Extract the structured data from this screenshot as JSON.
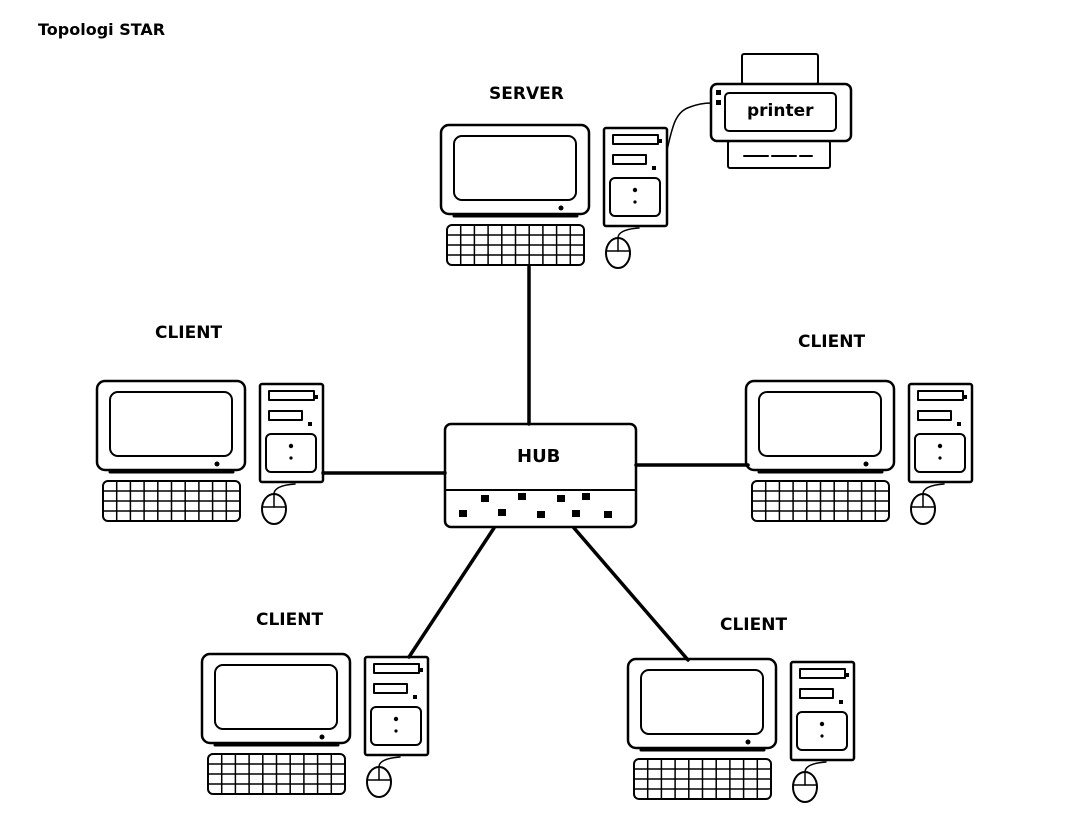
{
  "title": "Topologi STAR",
  "hub": {
    "label": "HUB"
  },
  "server": {
    "label": "SERVER"
  },
  "printer": {
    "label": "printer"
  },
  "clients": [
    {
      "label": "CLIENT"
    },
    {
      "label": "CLIENT"
    },
    {
      "label": "CLIENT"
    },
    {
      "label": "CLIENT"
    }
  ],
  "colors": {
    "ink": "#000000",
    "background": "#ffffff"
  }
}
